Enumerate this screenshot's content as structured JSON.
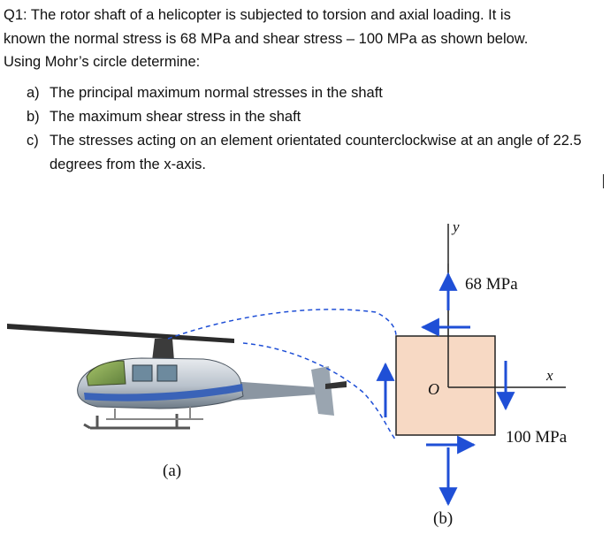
{
  "question": {
    "line1": "Q1: The rotor shaft of a helicopter is subjected to torsion and axial loading. It is",
    "line2": "known the normal stress is 68 MPa and shear stress – 100 MPa as shown below.",
    "line3": "Using Mohr’s circle determine:"
  },
  "items": [
    {
      "marker": "a)",
      "text": "The principal maximum normal stresses in the shaft"
    },
    {
      "marker": "b)",
      "text": "The maximum shear stress in the shaft"
    },
    {
      "marker": "c)",
      "text": "The stresses acting on an element orientated counterclockwise at an angle of 22.5 degrees from the x-axis."
    }
  ],
  "figure": {
    "label_a": "(a)",
    "label_b": "(b)",
    "normal_stress": "68 MPa",
    "shear_stress": "100 MPa",
    "axis_y": "y",
    "axis_x": "x",
    "origin": "O"
  },
  "colors": {
    "element_fill": "#f7d9c4",
    "arrow_blue": "#1f4fd6",
    "heli_blue": "#3a63b8"
  }
}
